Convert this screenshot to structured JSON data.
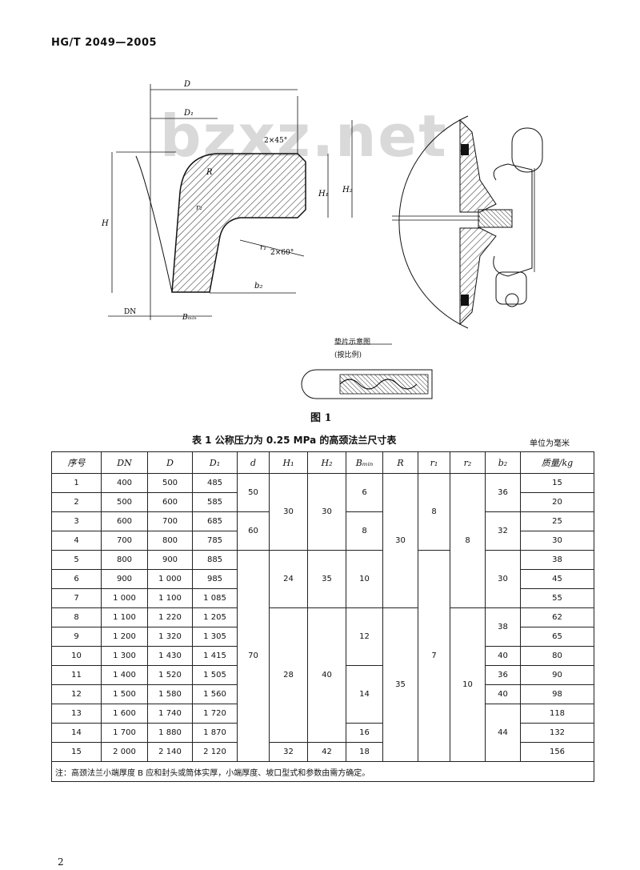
{
  "header": {
    "standard_code": "HG/T 2049—2005"
  },
  "watermark": "bzxz.net",
  "figure": {
    "labels": {
      "D": "D",
      "D1": "D₁",
      "H": "H",
      "H1": "H₁",
      "H2": "H₂",
      "R": "R",
      "r1": "r₁",
      "r2": "r₂",
      "b2": "b₂",
      "DN": "DN",
      "Bmin": "Bₘᵢₙ",
      "chamfer_top": "2×45°",
      "chamfer_bottom": "2×60°"
    },
    "legend_title": "垫片示意图",
    "legend_subtitle": "(按比例)",
    "caption": "图 1"
  },
  "table": {
    "caption": "表 1  公称压力为 0.25 MPa 的高颈法兰尺寸表",
    "unit": "单位为毫米",
    "headers": [
      "序号",
      "DN",
      "D",
      "D₁",
      "d",
      "H₁",
      "H₂",
      "Bₘᵢₙ",
      "R",
      "r₁",
      "r₂",
      "b₂",
      "质量/kg"
    ],
    "col_seq": [
      "1",
      "2",
      "3",
      "4",
      "5",
      "6",
      "7",
      "8",
      "9",
      "10",
      "11",
      "12",
      "13",
      "14",
      "15"
    ],
    "col_dn": [
      "400",
      "500",
      "600",
      "700",
      "800",
      "900",
      "1 000",
      "1 100",
      "1 200",
      "1 300",
      "1 400",
      "1 500",
      "1 600",
      "1 700",
      "2 000"
    ],
    "col_d": [
      "500",
      "600",
      "700",
      "800",
      "900",
      "1 000",
      "1 100",
      "1 220",
      "1 320",
      "1 430",
      "1 520",
      "1 580",
      "1 740",
      "1 880",
      "2 140"
    ],
    "col_d1": [
      "485",
      "585",
      "685",
      "785",
      "885",
      "985",
      "1 085",
      "1 205",
      "1 305",
      "1 415",
      "1 505",
      "1 560",
      "1 720",
      "1 870",
      "2 120"
    ],
    "col_d_bolt": [
      "50",
      "60",
      "70"
    ],
    "col_h1": [
      "30",
      "24",
      "28",
      "32"
    ],
    "col_h2": [
      "30",
      "35",
      "40",
      "42"
    ],
    "col_bmin": [
      "6",
      "8",
      "10",
      "12",
      "14",
      "16",
      "18"
    ],
    "col_r": [
      "30",
      "35"
    ],
    "col_r1": [
      "8",
      "7"
    ],
    "col_r2": [
      "8",
      "10"
    ],
    "col_b2": [
      "36",
      "32",
      "30",
      "38",
      "40",
      "36",
      "40",
      "44"
    ],
    "col_mass": [
      "15",
      "20",
      "25",
      "30",
      "38",
      "45",
      "55",
      "62",
      "65",
      "80",
      "90",
      "98",
      "118",
      "132",
      "156"
    ],
    "note": "注：高颈法兰小端厚度 B 应和封头或筒体实厚，小端厚度、坡口型式和参数由需方确定。"
  },
  "page_number": "2"
}
